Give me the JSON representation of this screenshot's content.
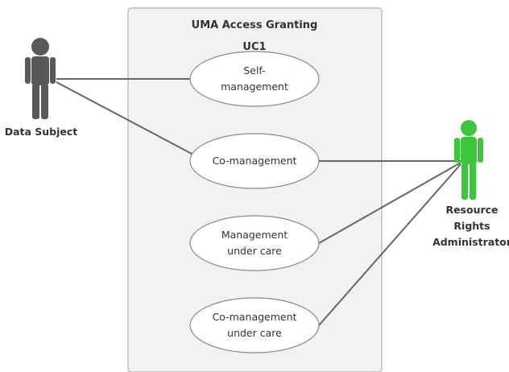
{
  "system": {
    "title": "UMA Access Granting",
    "subtitle": "UC1"
  },
  "actors": {
    "data_subject": {
      "label": "Data Subject",
      "color": "#595959",
      "icon": "person-icon"
    },
    "resource_rights_admin": {
      "label_lines": [
        "Resource",
        "Rights",
        "Administrator"
      ],
      "color": "#3cc63c",
      "icon": "person-icon"
    }
  },
  "use_cases": {
    "self_management": {
      "lines": [
        "Self-",
        "management"
      ]
    },
    "co_management": {
      "lines": [
        "Co-management"
      ]
    },
    "management_under_care": {
      "lines": [
        "Management",
        "under care"
      ]
    },
    "co_management_under_care": {
      "lines": [
        "Co-management",
        "under care"
      ]
    }
  },
  "colors": {
    "system_fill": "#f2f2f2",
    "line": "#666666"
  }
}
